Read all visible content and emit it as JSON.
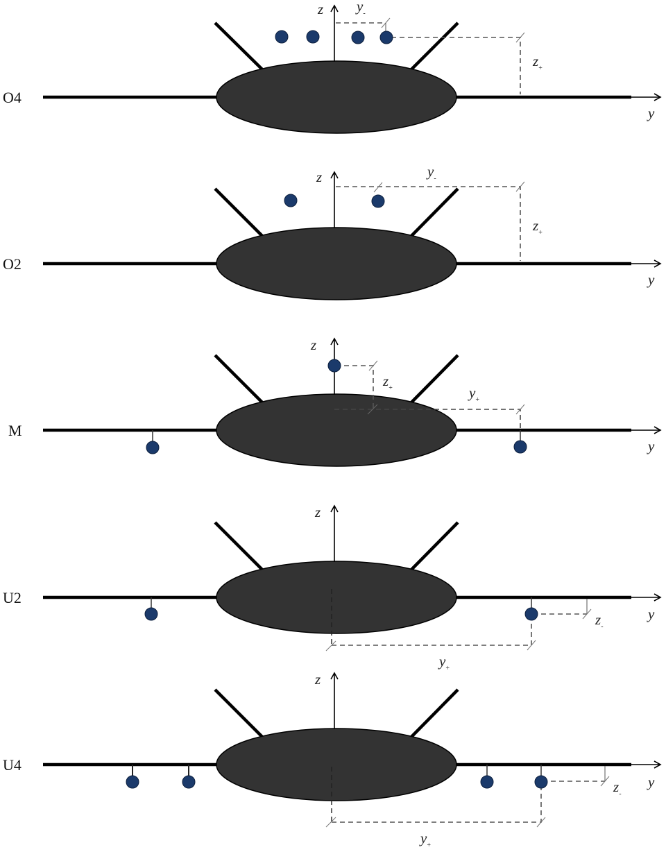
{
  "figure": {
    "description": "Engine / store placement configurations relative to fuselage cross-section",
    "colors": {
      "fuselage_fill": "#333333",
      "store_fill": "#1b3a6b",
      "store_stroke": "#0d1f3d",
      "line": "#000000",
      "dashed": "#555555"
    },
    "panels": [
      {
        "label": "O4",
        "axis_z": "z",
        "axis_y": "y",
        "dim_labels": [
          {
            "text": "y",
            "sub": "-"
          },
          {
            "text": "z",
            "sub": "+"
          }
        ],
        "stores_over_wing": 4,
        "stores_under_wing": 0
      },
      {
        "label": "O2",
        "axis_z": "z",
        "axis_y": "y",
        "dim_labels": [
          {
            "text": "y",
            "sub": "-"
          },
          {
            "text": "z",
            "sub": "+"
          }
        ],
        "stores_over_wing": 2,
        "stores_under_wing": 0
      },
      {
        "label": "M",
        "axis_z": "z",
        "axis_y": "y",
        "dim_labels": [
          {
            "text": "z",
            "sub": "+"
          },
          {
            "text": "y",
            "sub": "+"
          }
        ],
        "stores_over_wing": 1,
        "stores_under_wing": 2
      },
      {
        "label": "U2",
        "axis_z": "z",
        "axis_y": "y",
        "dim_labels": [
          {
            "text": "z",
            "sub": "-"
          },
          {
            "text": "y",
            "sub": "+"
          }
        ],
        "stores_over_wing": 0,
        "stores_under_wing": 2
      },
      {
        "label": "U4",
        "axis_z": "z",
        "axis_y": "y",
        "dim_labels": [
          {
            "text": "z",
            "sub": "-"
          },
          {
            "text": "y",
            "sub": "+"
          }
        ],
        "stores_over_wing": 0,
        "stores_under_wing": 4
      }
    ]
  }
}
